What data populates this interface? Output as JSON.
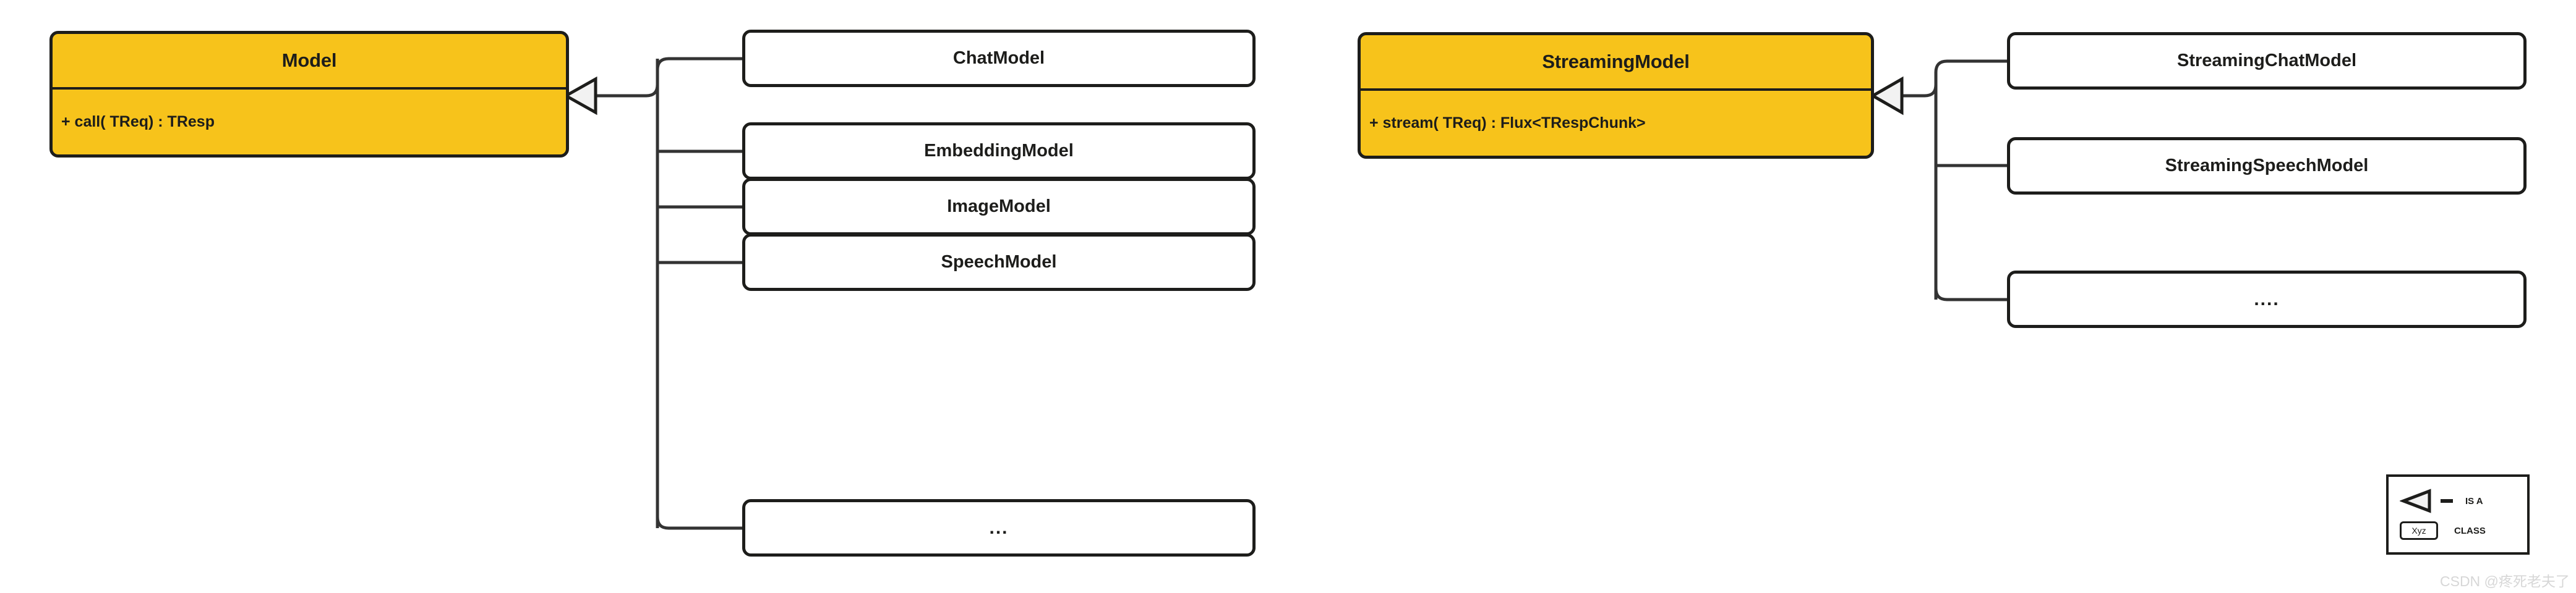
{
  "diagram": {
    "title_hidden": "",
    "colors": {
      "accent": "#f7c31b",
      "stroke": "#1d1d1b",
      "connector": "#333333",
      "arrow_fill": "#f2f2f2",
      "box_fill": "#ffffff",
      "background": "#ffffff",
      "watermark": "#d7d7d7"
    }
  },
  "left_group": {
    "parent": {
      "name": "Model",
      "operation": "+ call( TReq) : TResp"
    },
    "children": [
      {
        "name": "ChatModel"
      },
      {
        "name": "EmbeddingModel"
      },
      {
        "name": "ImageModel"
      },
      {
        "name": "SpeechModel"
      },
      {
        "name": "..."
      }
    ]
  },
  "right_group": {
    "parent": {
      "name": "StreamingModel",
      "operation": "+ stream( TReq) : Flux<TRespChunk>"
    },
    "children": [
      {
        "name": "StreamingChatModel"
      },
      {
        "name": "StreamingSpeechModel"
      },
      {
        "name": "...."
      }
    ]
  },
  "legend": {
    "is_a_label": "IS A",
    "class_label": "CLASS",
    "class_sample": "Xyz"
  },
  "watermark": {
    "text": "CSDN @疼死老夫了"
  }
}
